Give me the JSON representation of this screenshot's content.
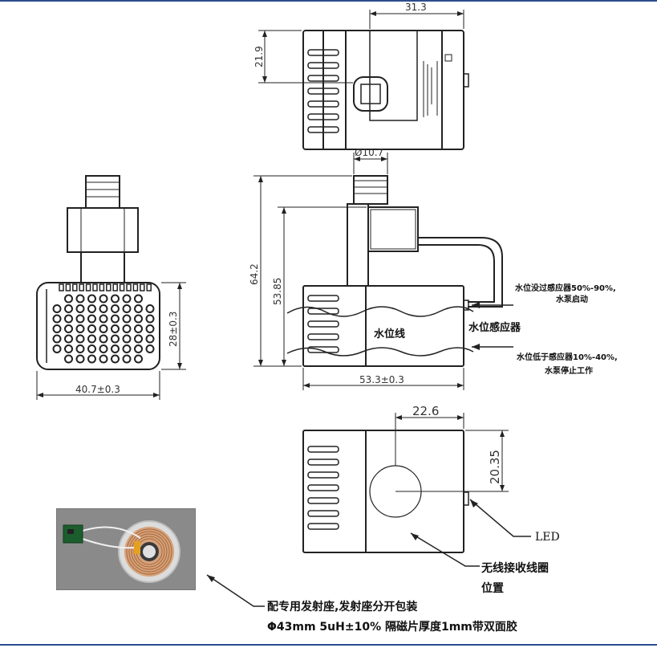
{
  "dimensions": {
    "top_width": "31.3",
    "top_height": "21.9",
    "pipe_diameter": "Ø10.7",
    "total_height": "64.2",
    "body_height": "53.85",
    "side_width": "53.3±0.3",
    "front_width": "40.7±0.3",
    "front_height": "28±0.3",
    "coil_x": "22.6",
    "coil_y": "20.35"
  },
  "labels": {
    "sensor_start": "水位没过感应器50%-90%,",
    "pump_start": "水泵启动",
    "water_line": "水位线",
    "sensor": "水位感应器",
    "sensor_stop": "水位低于感应器10%-40%,",
    "pump_stop": "水泵停止工作",
    "led": "LED",
    "coil_line1": "无线接收线圈",
    "coil_line2": "位置",
    "note_line1": "配专用发射座,发射座分开包装",
    "note_line2": "Φ43mm   5uH±10%   隔磁片厚度1mm带双面胶"
  },
  "colors": {
    "frame": "#2a4d8f",
    "line": "#222222"
  }
}
